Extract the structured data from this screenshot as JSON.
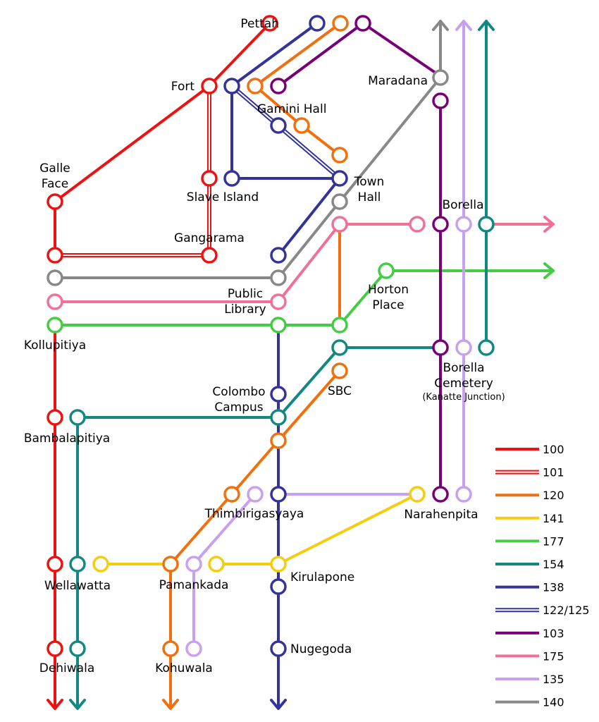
{
  "routes": [
    {
      "id": "100",
      "color": "#ee1111"
    },
    {
      "id": "101",
      "color": "#ee1111",
      "style": "double"
    },
    {
      "id": "120",
      "color": "#f07010"
    },
    {
      "id": "141",
      "color": "#f5cc10"
    },
    {
      "id": "177",
      "color": "#44cc44"
    },
    {
      "id": "154",
      "color": "#138883"
    },
    {
      "id": "138",
      "color": "#333399"
    },
    {
      "id": "122/125",
      "color": "#333399",
      "style": "double"
    },
    {
      "id": "103",
      "color": "#770077"
    },
    {
      "id": "175",
      "color": "#f07098"
    },
    {
      "id": "135",
      "color": "#c8a0f0"
    },
    {
      "id": "140",
      "color": "#888888"
    }
  ],
  "stops": {
    "pettah": "Pettah",
    "fort": "Fort",
    "gamini_hall": "Gamini Hall",
    "maradana": "Maradana",
    "galle_face_1": "Galle",
    "galle_face_2": "Face",
    "slave_island": "Slave Island",
    "town_hall_1": "Town",
    "town_hall_2": "Hall",
    "gangarama": "Gangarama",
    "borella": "Borella",
    "public_library_1": "Public",
    "public_library_2": "Library",
    "horton_place_1": "Horton",
    "horton_place_2": "Place",
    "kollupitiya": "Kollupitiya",
    "borella_cemetery_1": "Borella",
    "borella_cemetery_2": "Cemetery",
    "kanatte_junction": "(Kanatte Junction)",
    "colombo_campus_1": "Colombo",
    "colombo_campus_2": "Campus",
    "sbc": "SBC",
    "bambalapitiya": "Bambalapitiya",
    "thimbirigasyaya": "Thimbirigasyaya",
    "narahenpita": "Narahenpita",
    "wellawatta": "Wellawatta",
    "pamankada": "Pamankada",
    "kirulapone": "Kirulapone",
    "dehiwala": "Dehiwala",
    "kohuwala": "Kohuwala",
    "nugegoda": "Nugegoda"
  }
}
